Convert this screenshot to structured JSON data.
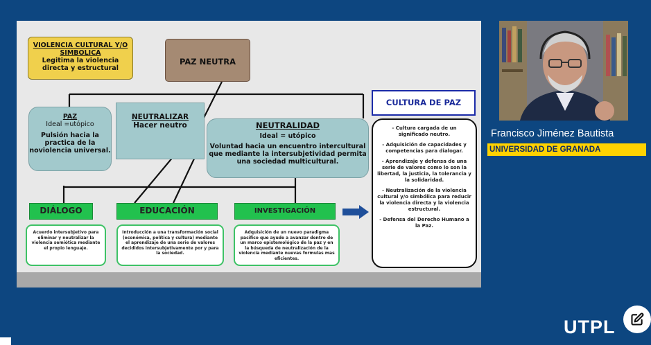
{
  "slide": {
    "violencia_cultural": {
      "title": "VIOLENCIA CULTURAL Y/O SIMBOLICA",
      "text": "Legitima la violencia directa y estructural"
    },
    "paz_neutra": "PAZ NEUTRA",
    "paz": {
      "title": "PAZ",
      "line1": "Ideal =utópico",
      "line2": "Pulsión hacia la practica de la noviolencia universal."
    },
    "neutralizar": {
      "title": "NEUTRALIZAR",
      "text": "Hacer neutro"
    },
    "neutralidad": {
      "title": "NEUTRALIDAD",
      "line1": "Ideal = utópico",
      "line2": "Voluntad hacia un encuentro intercultural que mediante la intersubjetividad permita una sociedad multicultural."
    },
    "dialogo": {
      "label": "DIÁLOGO",
      "text": "Acuerdo intersubjetivo para eliminar y neutralizar la violencia semiótica mediante el propio lenguaje."
    },
    "educacion": {
      "label": "EDUCACIÓN",
      "text": "Introducción a una transformación social (económica, política y cultura) mediante el aprendizaje de una serie de valores decididos intersubjetivamente por y para la sociedad."
    },
    "investigacion": {
      "label": "INVESTIGACIÓN",
      "text": "Adquisición de un nuevo paradigma pacifico que ayude a avanzar dentro de un marco epistemológico de la paz y en la búsqueda de neutralización de la violencia mediante nuevas formulas mas eficientes."
    },
    "cultura_paz": {
      "title": "CULTURA DE PAZ",
      "items": [
        "- Cultura cargada de un significado neutro.",
        "- Adquisición de capacidades y competencias para dialogar.",
        "- Aprendizaje y defensa de una serie de valores como lo son la libertad, la justicia, la tolerancia y la solidaridad.",
        "- Neutralización de la violencia cultural y/o simbólica para reducir la violencia directa y la violencia estructural.",
        "- Defensa del Derecho Humano a la Paz."
      ]
    }
  },
  "speaker": {
    "name": "Francisco Jiménez Bautista",
    "organization": "UNIVERSIDAD DE GRANADA"
  },
  "branding": {
    "logo": "UTPL"
  },
  "icons": {
    "edit": "pencil-square-icon",
    "arrow": "right-arrow-icon"
  },
  "colors": {
    "background": "#0d4680",
    "highlight": "#ffd200",
    "green": "#22c14e",
    "teal": "#a2c9cc",
    "navy_title": "#1a2a9a"
  }
}
